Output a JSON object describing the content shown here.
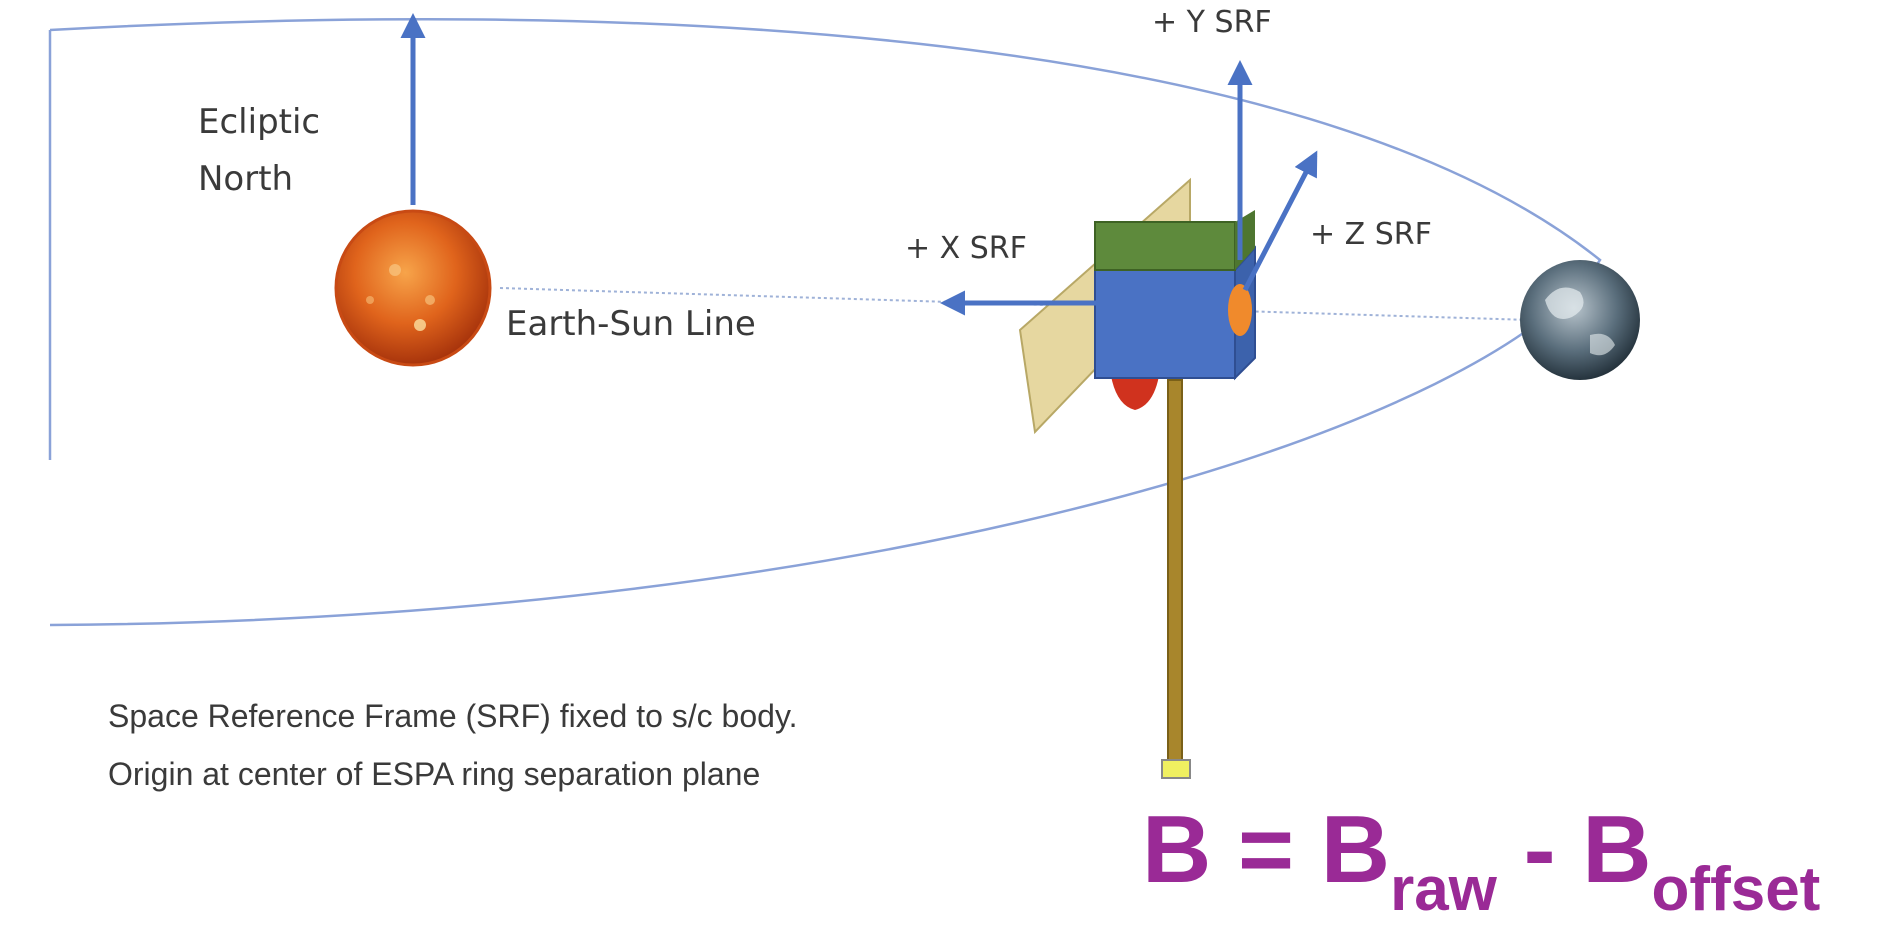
{
  "labels": {
    "ecliptic_north_line1": "Ecliptic",
    "ecliptic_north_line2": "North",
    "earth_sun_line": "Earth-Sun Line",
    "x_axis": "+ X SRF",
    "y_axis": "+ Y SRF",
    "z_axis": "+ Z SRF"
  },
  "caption": {
    "line1": "Space Reference Frame (SRF) fixed to s/c body.",
    "line2": "Origin at center of  ESPA ring separation plane"
  },
  "equation": {
    "lhs": "B = B",
    "sub_raw": "raw",
    "minus": " - B",
    "sub_offset": "offset"
  },
  "colors": {
    "arrow": "#4a72c4",
    "orbit": "#8aa2d8",
    "equation": "#9a2a96",
    "sun": "#e0641c",
    "spacecraft_body": "#4a72c4",
    "spacecraft_top": "#5e8a3c",
    "solar_panel": "#e6d7a0",
    "boom": "#a8862c"
  },
  "icons": [
    "sun-icon",
    "earth-icon",
    "spacecraft-icon"
  ]
}
